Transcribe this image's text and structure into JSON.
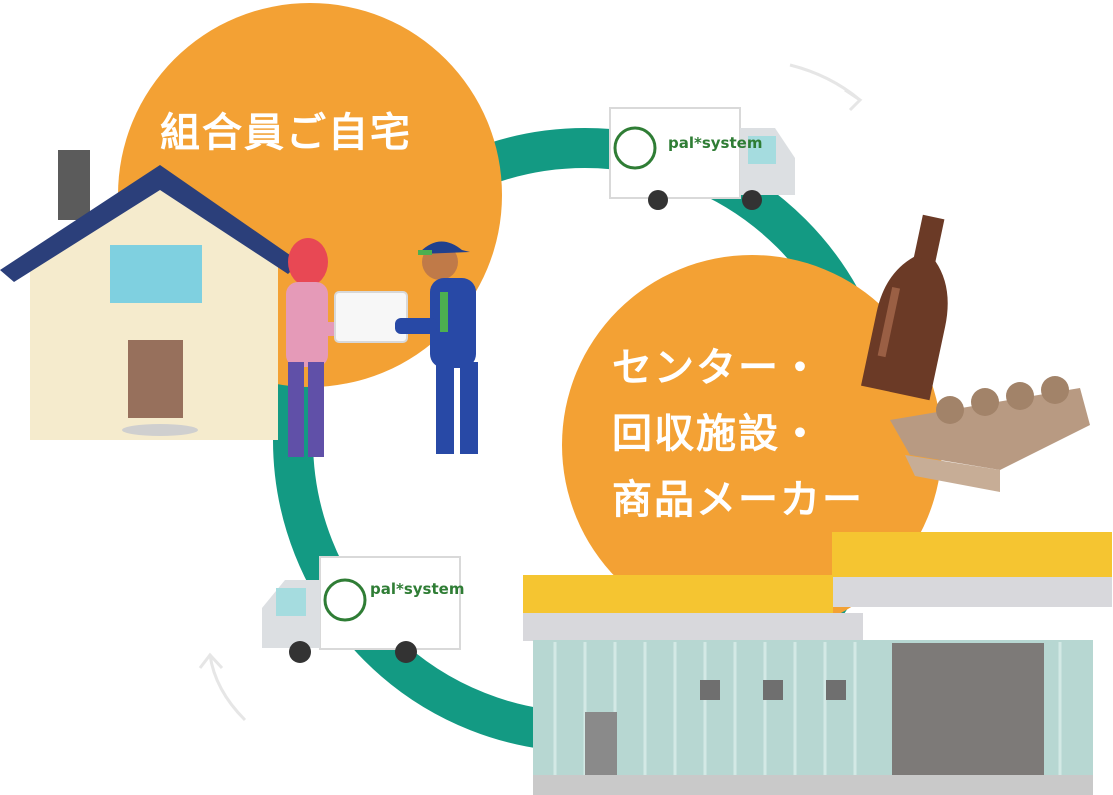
{
  "diagram": {
    "nodes": {
      "home": {
        "label": "組合員ご自宅"
      },
      "center": {
        "lines": [
          "センター・",
          "回収施設・",
          "商品メーカー"
        ]
      }
    },
    "truck_brand": "pal*system",
    "colors": {
      "node_orange": "#f3a134",
      "cycle_green": "#139a83",
      "roof_navy": "#2b3f7a",
      "warehouse_yellow": "#f5c531"
    },
    "icons": [
      "house-icon",
      "delivery-person-icon",
      "member-icon",
      "delivery-truck-icon",
      "bottle-icon",
      "egg-carton-icon",
      "warehouse-icon"
    ]
  }
}
